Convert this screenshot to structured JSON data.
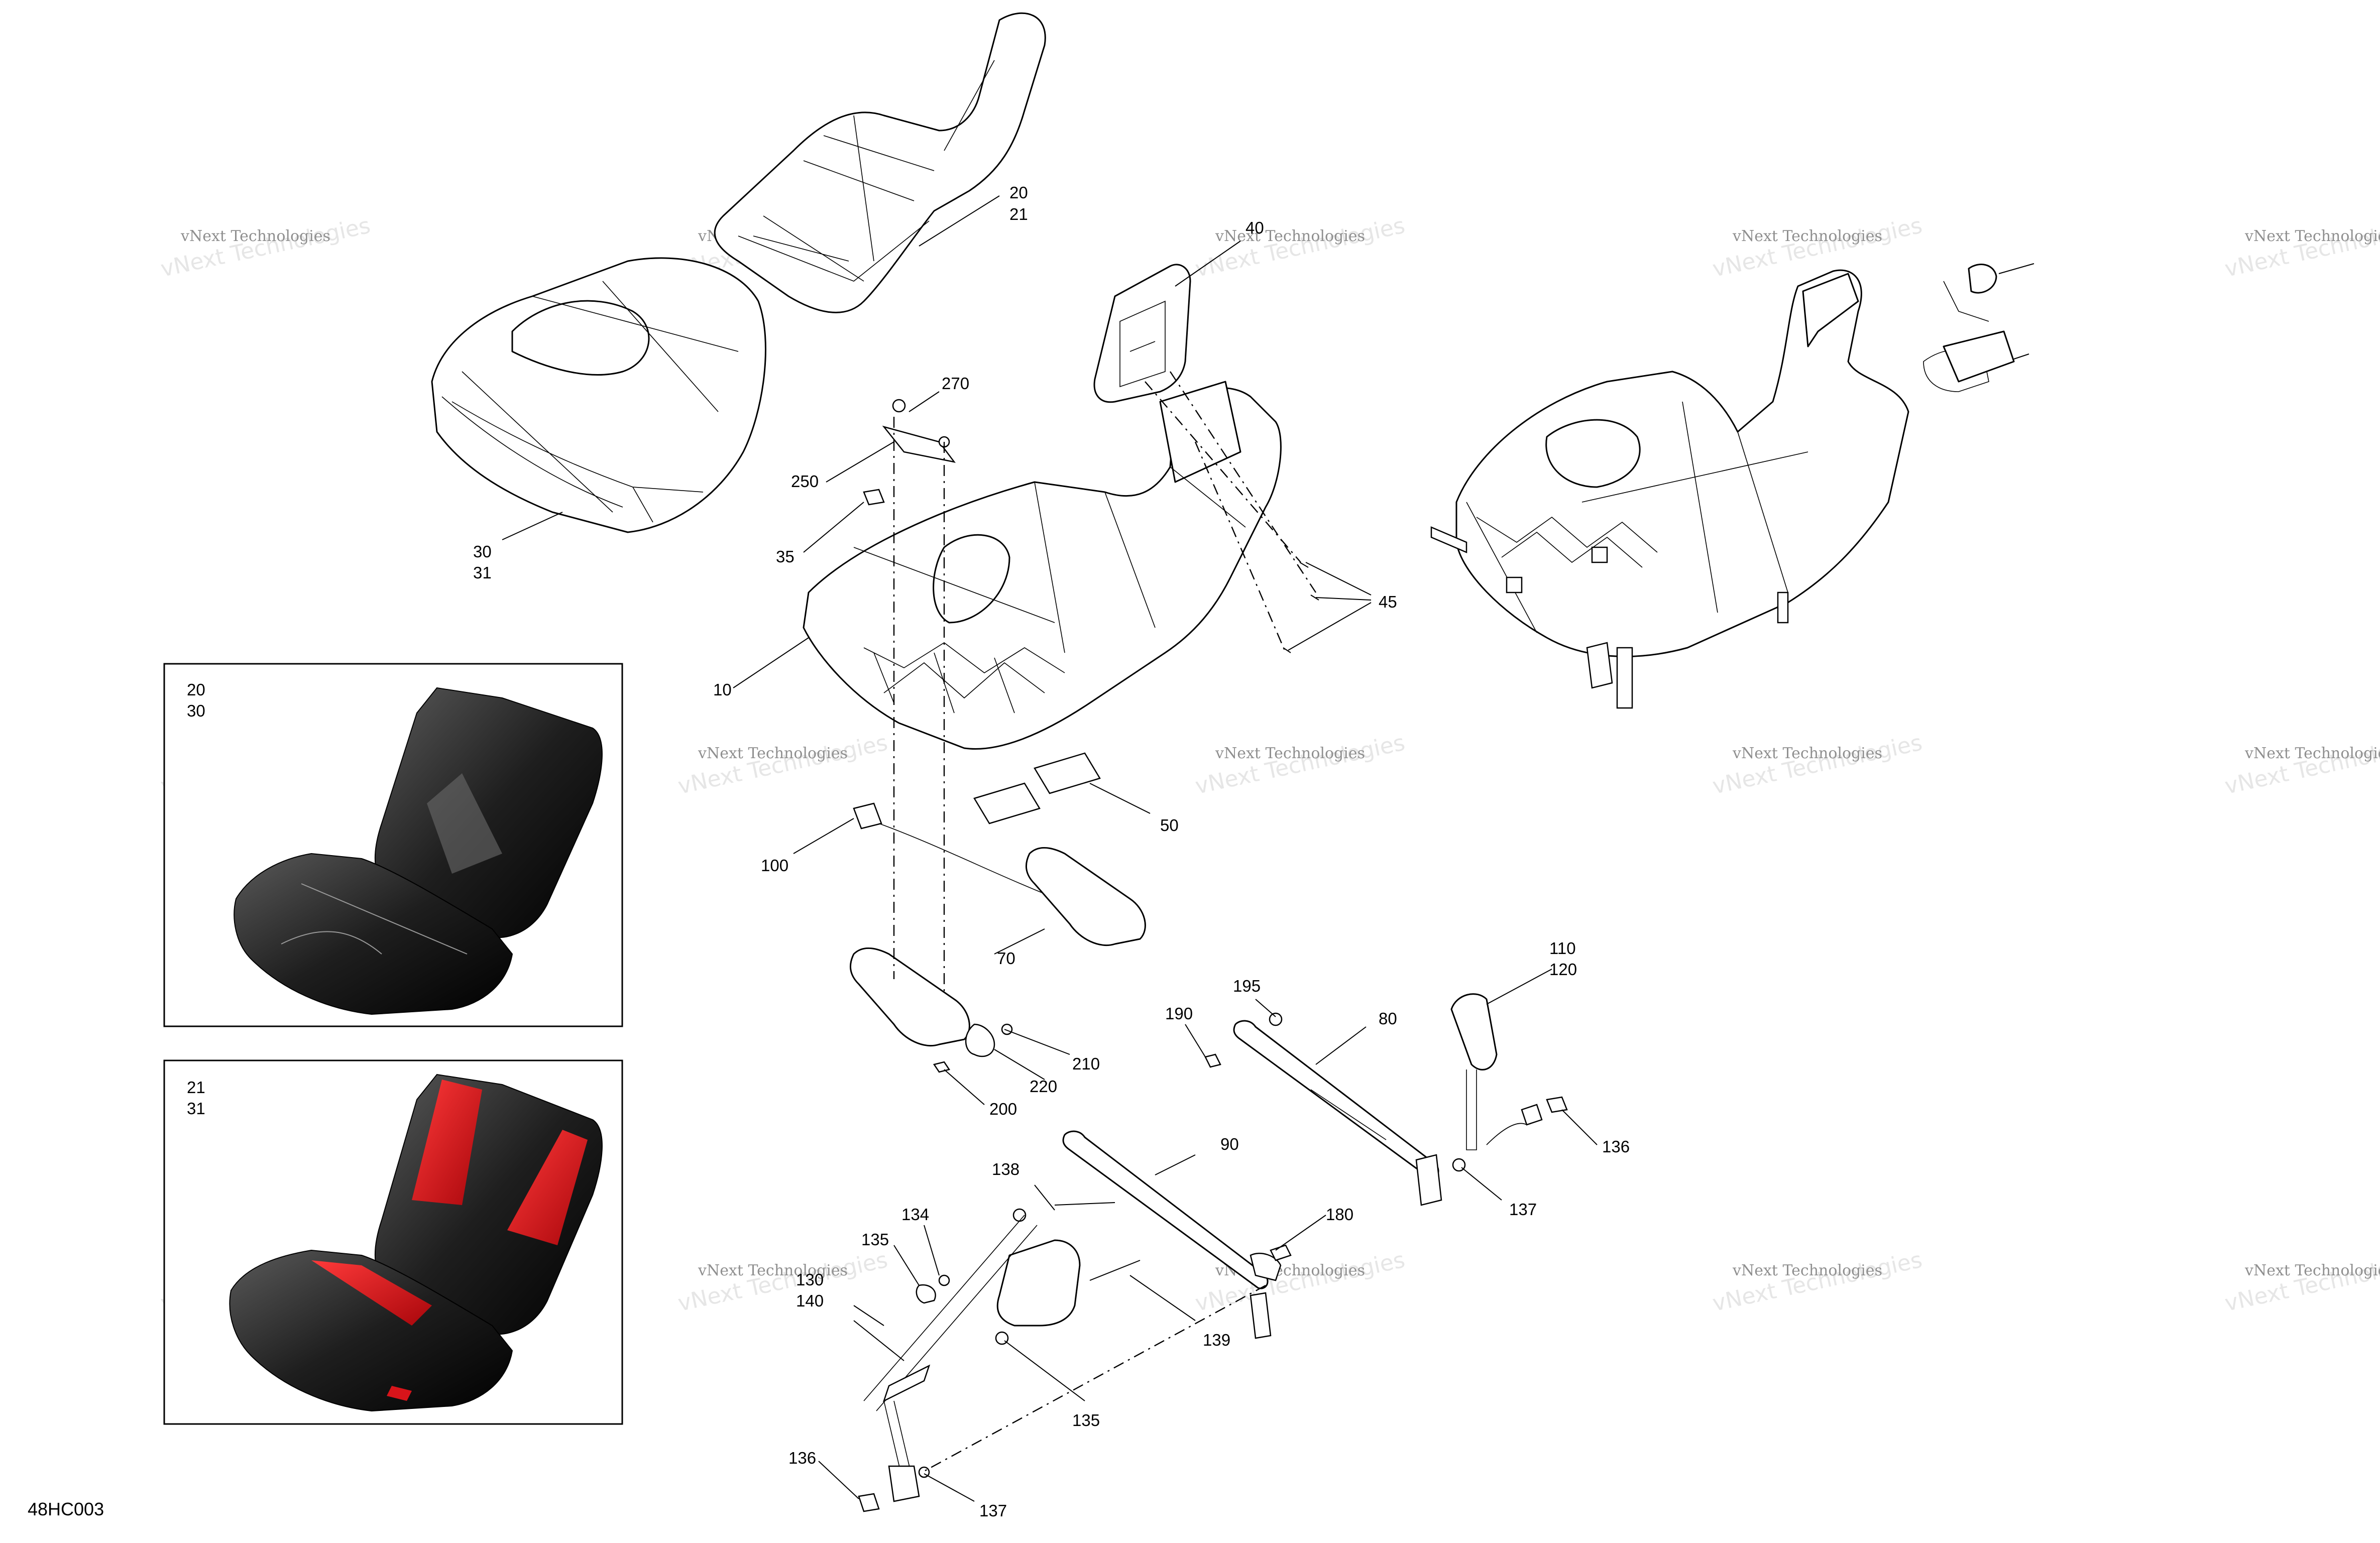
{
  "figure_code": "48HC003",
  "watermark": {
    "line1": "vNext Technologies",
    "line2": "vNext\nTechnologies"
  },
  "insets": [
    {
      "labels": [
        "20",
        "30"
      ],
      "accent": "#2a2a2a"
    },
    {
      "labels": [
        "21",
        "31"
      ],
      "accent": "#d8141a"
    }
  ],
  "callouts": {
    "c20": "20",
    "c21": "21",
    "c270": "270",
    "c250": "250",
    "c30": "30",
    "c31": "31",
    "c35": "35",
    "c40": "40",
    "c45": "45",
    "c10": "10",
    "c50": "50",
    "c100": "100",
    "c70": "70",
    "c210": "210",
    "c220": "220",
    "c200": "200",
    "c190": "190",
    "c195": "195",
    "c80": "80",
    "c110": "110",
    "c120": "120",
    "c136a": "136",
    "c137a": "137",
    "c90": "90",
    "c138": "138",
    "c134": "134",
    "c135a": "135",
    "c130": "130",
    "c140": "140",
    "c180": "180",
    "c139": "139",
    "c135b": "135",
    "c136b": "136",
    "c137b": "137"
  },
  "colors": {
    "line": "#000000",
    "shade_dark": "#2b2b2b",
    "accent_red": "#d8141a"
  }
}
